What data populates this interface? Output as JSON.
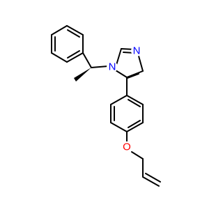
{
  "molecule": {
    "atoms": {
      "n1": {
        "symbol": "N",
        "color": "#0000ff"
      },
      "n3": {
        "symbol": "N",
        "color": "#0000ff"
      },
      "o": {
        "symbol": "O",
        "color": "#ff0000"
      }
    },
    "bond_color": "#000000",
    "stereo_center": "wedge"
  }
}
